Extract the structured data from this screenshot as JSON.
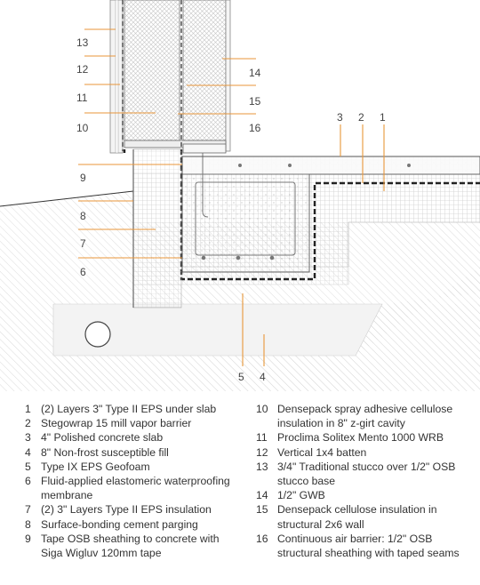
{
  "callouts": [
    {
      "n": "1"
    },
    {
      "n": "2"
    },
    {
      "n": "3"
    },
    {
      "n": "4"
    },
    {
      "n": "5"
    },
    {
      "n": "6"
    },
    {
      "n": "7"
    },
    {
      "n": "8"
    },
    {
      "n": "9"
    },
    {
      "n": "10"
    },
    {
      "n": "11"
    },
    {
      "n": "12"
    },
    {
      "n": "13"
    },
    {
      "n": "14"
    },
    {
      "n": "15"
    },
    {
      "n": "16"
    }
  ],
  "legend": {
    "left": [
      {
        "n": "1",
        "text": "(2) Layers 3\" Type II EPS under slab"
      },
      {
        "n": "2",
        "text": "Stegowrap 15 mill vapor barrier"
      },
      {
        "n": "3",
        "text": "4\" Polished concrete slab"
      },
      {
        "n": "4",
        "text": "8\" Non-frost susceptible fill"
      },
      {
        "n": "5",
        "text": "Type IX EPS Geofoam"
      },
      {
        "n": "6",
        "text": "Fluid-applied elastomeric waterproofing membrane"
      },
      {
        "n": "7",
        "text": "(2) 3\" Layers Type II EPS insulation"
      },
      {
        "n": "8",
        "text": "Surface-bonding cement parging"
      },
      {
        "n": "9",
        "text": "Tape OSB sheathing to concrete with Siga Wigluv 120mm tape"
      }
    ],
    "right": [
      {
        "n": "10",
        "text": "Densepack spray adhesive cellulose insulation in 8\" z-girt cavity"
      },
      {
        "n": "11",
        "text": "Proclima Solitex Mento 1000 WRB"
      },
      {
        "n": "12",
        "text": "Vertical 1x4 batten"
      },
      {
        "n": "13",
        "text": "3/4\" Traditional stucco over 1/2\" OSB stucco base"
      },
      {
        "n": "14",
        "text": "1/2\" GWB"
      },
      {
        "n": "15",
        "text": "Densepack cellulose insulation in structural 2x6 wall"
      },
      {
        "n": "16",
        "text": "Continuous air barrier: 1/2\" OSB structural sheathing with taped seams"
      }
    ]
  },
  "colors": {
    "leader": "#e8963a",
    "membrane": "#222222",
    "hatch": "#c9c9c9",
    "ink": "#555555"
  }
}
